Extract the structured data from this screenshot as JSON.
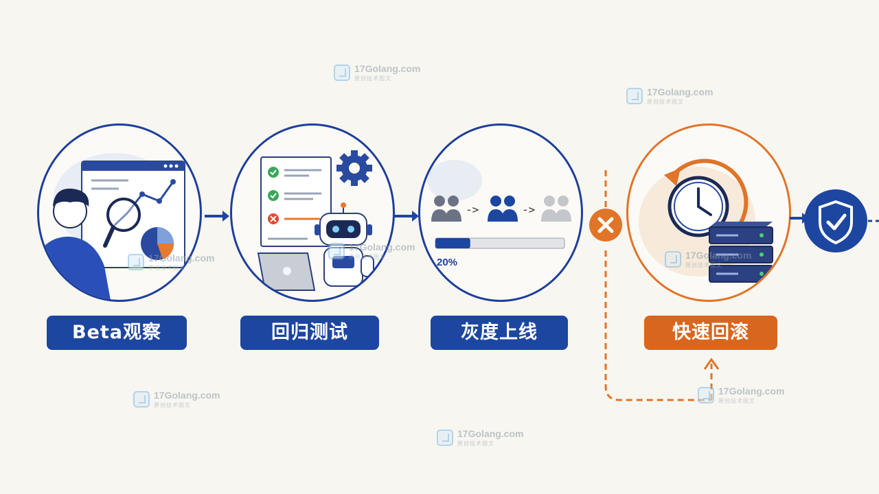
{
  "stages": [
    {
      "label": "Beta观察",
      "color": "#1d46a0"
    },
    {
      "label": "回归测试",
      "color": "#1d46a0"
    },
    {
      "label": "灰度上线",
      "color": "#1d46a0"
    },
    {
      "label": "快速回滚",
      "color": "#d9661e"
    }
  ],
  "gray_release": {
    "progress_percent": 20,
    "progress_label": "20%"
  },
  "watermark": {
    "text": "17Golang.com",
    "subtext": "原创技术图文"
  },
  "colors": {
    "primary": "#1d46a0",
    "rollback": "#d9661e",
    "check": "#3aa85b",
    "error": "#e0492e"
  },
  "icons": [
    "magnifier-icon",
    "line-chart-icon",
    "pie-chart-icon",
    "checklist-icon",
    "gear-icon",
    "robot-icon",
    "laptop-icon",
    "users-icon",
    "fail-x-icon",
    "clock-icon",
    "rollback-arrow-icon",
    "server-icon",
    "shield-check-icon"
  ]
}
